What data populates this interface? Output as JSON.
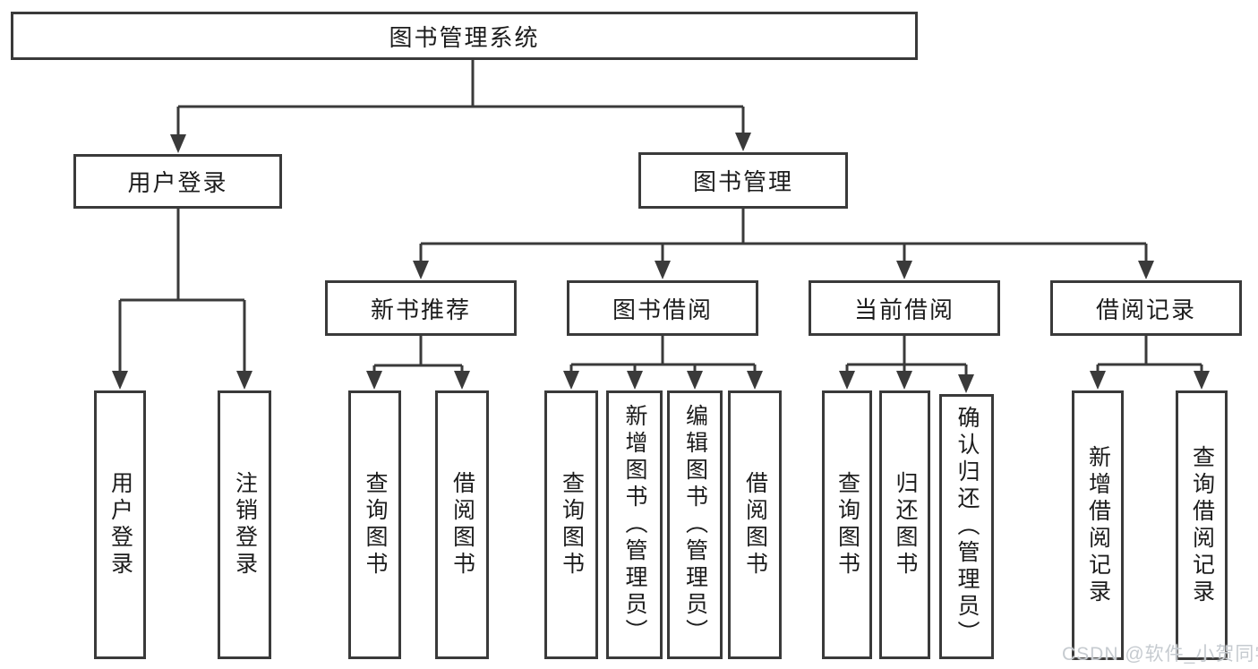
{
  "tree": {
    "label": "图书管理系统",
    "children": [
      {
        "label": "用户登录",
        "children": [
          {
            "label": "用户登录"
          },
          {
            "label": "注销登录"
          }
        ]
      },
      {
        "label": "图书管理",
        "children": [
          {
            "label": "新书推荐",
            "children": [
              {
                "label": "查询图书"
              },
              {
                "label": "借阅图书"
              }
            ]
          },
          {
            "label": "图书借阅",
            "children": [
              {
                "label": "查询图书"
              },
              {
                "label": "新增图书（管理员）"
              },
              {
                "label": "编辑图书（管理员）"
              },
              {
                "label": "借阅图书"
              }
            ]
          },
          {
            "label": "当前借阅",
            "children": [
              {
                "label": "查询图书"
              },
              {
                "label": "归还图书"
              },
              {
                "label": "确认归还（管理员）"
              }
            ]
          },
          {
            "label": "借阅记录",
            "children": [
              {
                "label": "新增借阅记录"
              },
              {
                "label": "查询借阅记录"
              }
            ]
          }
        ]
      }
    ]
  },
  "watermark": {
    "text": "CSDN @软件_小贺同学"
  },
  "colors": {
    "line": "#3a3a3a",
    "text": "#1c1c1c",
    "background": "#ffffff",
    "watermark": "#c6cbd0"
  }
}
